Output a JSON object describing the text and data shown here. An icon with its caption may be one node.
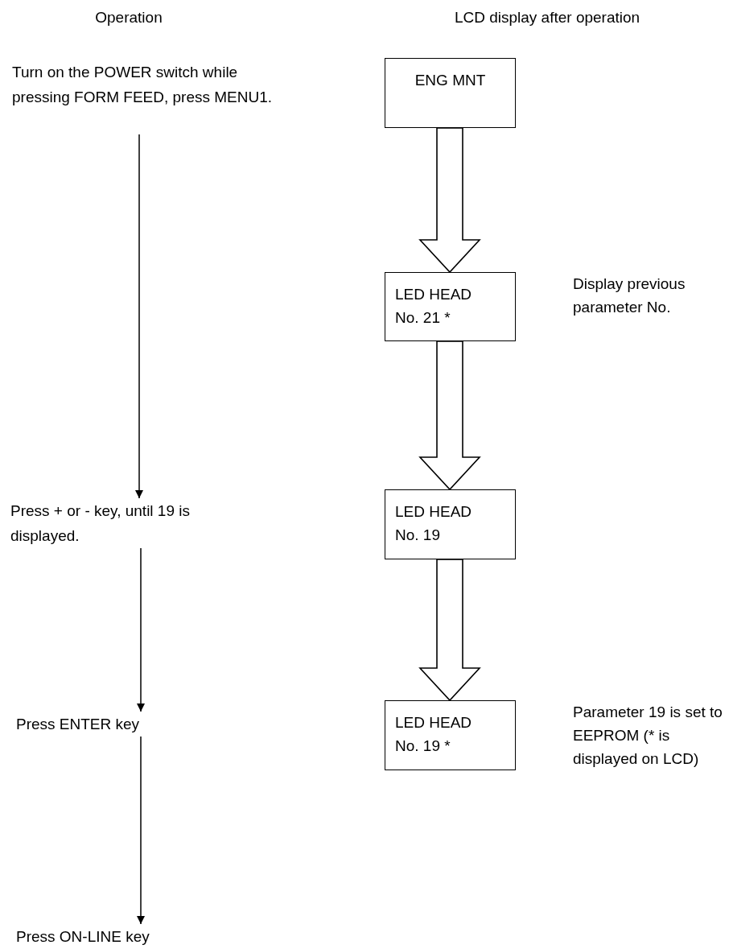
{
  "diagram": {
    "nodes": [
      {
        "text": [
          "Turn on the POWER switch while pressing FORM FEED, press MENU1."
        ]
      },
      {
        "text": [
          "ENG MNT"
        ]
      },
      {
        "text": [
          "LED HEAD No. 21 *"
        ],
        "beside": [
          "Display previous parameter No."
        ]
      },
      {
        "text": [
          "Press + or - key, until 19 is displayed."
        ]
      },
      {
        "text": [
          "LED HEAD No. 19"
        ]
      },
      {
        "text": [
          "Press ENTER key"
        ]
      },
      {
        "text": [
          "LED HEAD No. 19 *"
        ],
        "beside": [
          "Parameter 19 is set to EEPROM (* is displayed on LCD)"
        ]
      },
      {
        "text": [
          "Press ON-LINE key"
        ]
      }
    ],
    "edges": [
      {
        "from": 0,
        "to": 3,
        "arrow": "to"
      },
      {
        "from": 3,
        "to": 5,
        "arrow": "to"
      },
      {
        "from": 5,
        "to": 7,
        "arrow": "to"
      },
      {
        "from": 1,
        "to": 2,
        "arrow": "to",
        "style": "thick"
      },
      {
        "from": 2,
        "to": 4,
        "arrow": "to",
        "style": "thick"
      },
      {
        "from": 4,
        "to": 6,
        "arrow": "to",
        "style": "thick"
      }
    ],
    "labels": [
      "Operation",
      "LCD display after operation"
    ]
  }
}
